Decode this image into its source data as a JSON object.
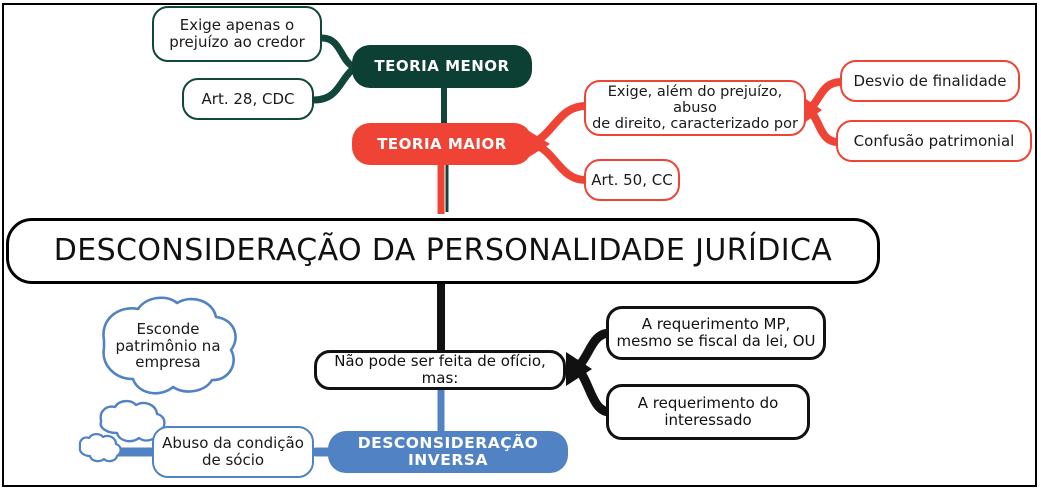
{
  "diagram": {
    "title": "DESCONSIDERAÇÃO DA PERSONALIDADE JURÍDICA",
    "colors": {
      "green": "#0d4035",
      "green_outline": "#12463a",
      "red": "#ef4335",
      "blue": "#5182c4",
      "black": "#111111",
      "white": "#ffffff"
    },
    "branches": {
      "teoria_menor": {
        "label": "TEORIA MENOR",
        "children": [
          {
            "label": "Exige apenas o\nprejuízo ao credor"
          },
          {
            "label": "Art. 28, CDC"
          }
        ]
      },
      "teoria_maior": {
        "label": "TEORIA MAIOR",
        "children": [
          {
            "label": "Exige, além do prejuízo, abuso\nde direito, caracterizado por",
            "children": [
              {
                "label": "Desvio de finalidade"
              },
              {
                "label": "Confusão patrimonial"
              }
            ]
          },
          {
            "label": "Art. 50, CC"
          }
        ]
      },
      "oficio": {
        "label": "Não pode ser feita de ofício, mas:",
        "children": [
          {
            "label": "A requerimento MP,\nmesmo se fiscal da lei, OU"
          },
          {
            "label": "A requerimento do\ninteressado"
          }
        ]
      },
      "desconsideracao_inversa": {
        "label": "DESCONSIDERAÇÃO INVERSA",
        "children": [
          {
            "label": "Abuso da condição\nde sócio"
          }
        ],
        "cloud": {
          "label": "Esconde\npatrimônio na\nempresa"
        }
      }
    }
  }
}
